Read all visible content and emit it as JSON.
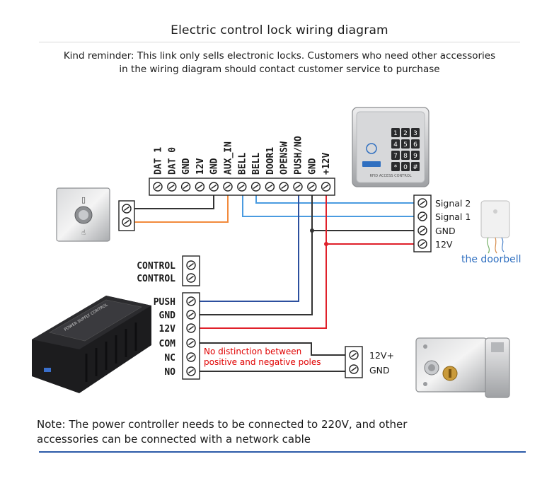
{
  "header": {
    "title": "Electric control lock wiring diagram",
    "reminder_line1": "Kind reminder: This link only sells electronic locks. Customers who need other accessories",
    "reminder_line2": "in the wiring diagram should contact customer service to purchase"
  },
  "keypad_terminals": [
    "DAT 1",
    "DAT 0",
    "GND",
    "12V",
    "GND",
    "AUX_IN",
    "BELL",
    "BELL",
    "DOOR1",
    "OPENSW",
    "PUSH/NO",
    "GND",
    "+12V"
  ],
  "doorbell": {
    "terminals": [
      "Signal 2",
      "Signal 1",
      "GND",
      "12V"
    ],
    "caption": "the doorbell"
  },
  "power_controller": {
    "terminals": [
      "CONTROL",
      "CONTROL",
      "PUSH",
      "GND",
      "12V",
      "COM",
      "NC",
      "NO"
    ],
    "device_label": "POWER SUPPLY CONTROL"
  },
  "lock": {
    "terminals": [
      "12V+",
      "GND"
    ]
  },
  "keypad_device": {
    "keys": [
      "1",
      "2",
      "3",
      "4",
      "5",
      "6",
      "7",
      "8",
      "9",
      "*",
      "0",
      "#"
    ],
    "label": "RFID ACCESS CONTROL"
  },
  "annotation": {
    "line1": "No distinction between",
    "line2": "positive and negative poles"
  },
  "footer": {
    "note_line1": "Note: The power controller needs to be connected to 220V, and other",
    "note_line2": "accessories can be connected with a network cable"
  },
  "colors": {
    "wire_black": "#333333",
    "wire_orange": "#f28a3c",
    "wire_blue_light": "#4a9be0",
    "wire_blue_dark": "#2c4f9e",
    "wire_red": "#e0202a",
    "annotation_red": "#e00000",
    "doorbell_caption": "#2f6fc0",
    "accent_rule": "#2b5aa8"
  }
}
